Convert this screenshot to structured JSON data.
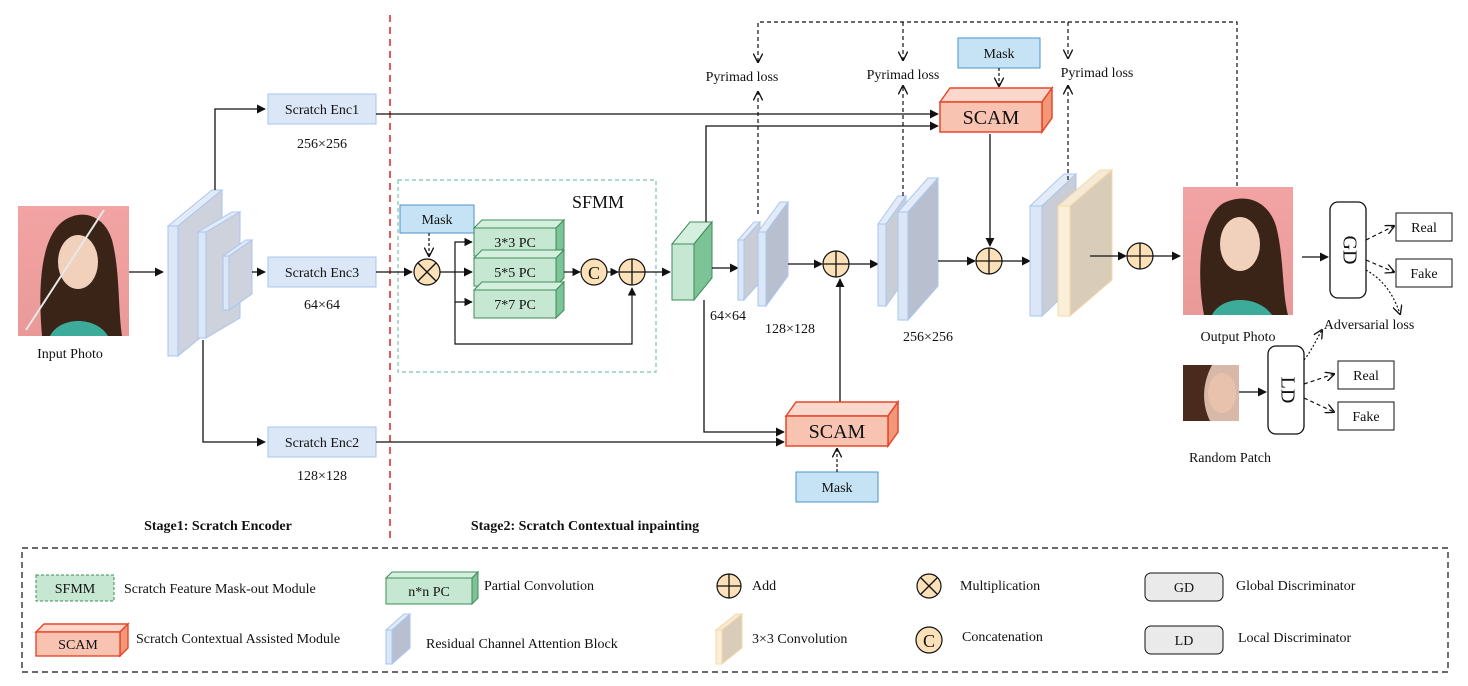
{
  "stages": {
    "stage1": "Stage1: Scratch Encoder",
    "stage2": "Stage2: Scratch Contextual inpainting"
  },
  "inputs": {
    "input_photo": "Input Photo",
    "output_photo": "Output Photo",
    "random_patch": "Random Patch"
  },
  "encoders": {
    "enc1": "Scratch Enc1",
    "enc1_size": "256×256",
    "enc3": "Scratch Enc3",
    "enc3_size": "64×64",
    "enc2": "Scratch Enc2",
    "enc2_size": "128×128"
  },
  "sfmm": {
    "title": "SFMM",
    "mask": "Mask",
    "pc3": "3*3 PC",
    "pc5": "5*5 PC",
    "pc7": "7*7 PC",
    "concat": "C"
  },
  "decoder": {
    "size64": "64×64",
    "size128": "128×128",
    "size256": "256×256",
    "loss1": "Pyrimad loss",
    "loss2": "Pyrimad loss",
    "loss3": "Pyrimad loss",
    "scam_top": "SCAM",
    "scam_bottom": "SCAM",
    "mask_top": "Mask",
    "mask_bottom": "Mask"
  },
  "discriminators": {
    "gd": "GD",
    "ld": "LD",
    "gd_real": "Real",
    "gd_fake": "Fake",
    "ld_real": "Real",
    "ld_fake": "Fake",
    "adv_loss": "Adversarial loss"
  },
  "legend": {
    "sfmm_tag": "SFMM",
    "sfmm_text": "Scratch Feature Mask-out Module",
    "pc_tag": "n*n PC",
    "pc_text": "Partial Convolution",
    "add_text": "Add",
    "mult_text": "Multiplication",
    "gd_tag": "GD",
    "gd_text": "Global Discriminator",
    "scam_tag": "SCAM",
    "scam_text": "Scratch Contextual Assisted Module",
    "rcab_text": "Residual Channel Attention Block",
    "conv_text": "3×3 Convolution",
    "concat_tag": "C",
    "concat_text": "Concatenation",
    "ld_tag": "LD",
    "ld_text": "Local Discriminator"
  },
  "colors": {
    "scam_fill": "#f8c3b0",
    "scam_stroke": "#e8472a",
    "pc_fill": "#c6e8d3",
    "pc_stroke": "#3f8c5a",
    "mask_fill": "#c6e3f5",
    "enc_fill": "#dbe6f6",
    "rcab_fill": "#b8c0d0",
    "rcab_stroke": "#aac6ef",
    "conv_fill": "#d9cdb9",
    "conv_stroke": "#f7d9a8",
    "op_fill": "#fbe0b8",
    "stage_divider": "#e03030"
  }
}
